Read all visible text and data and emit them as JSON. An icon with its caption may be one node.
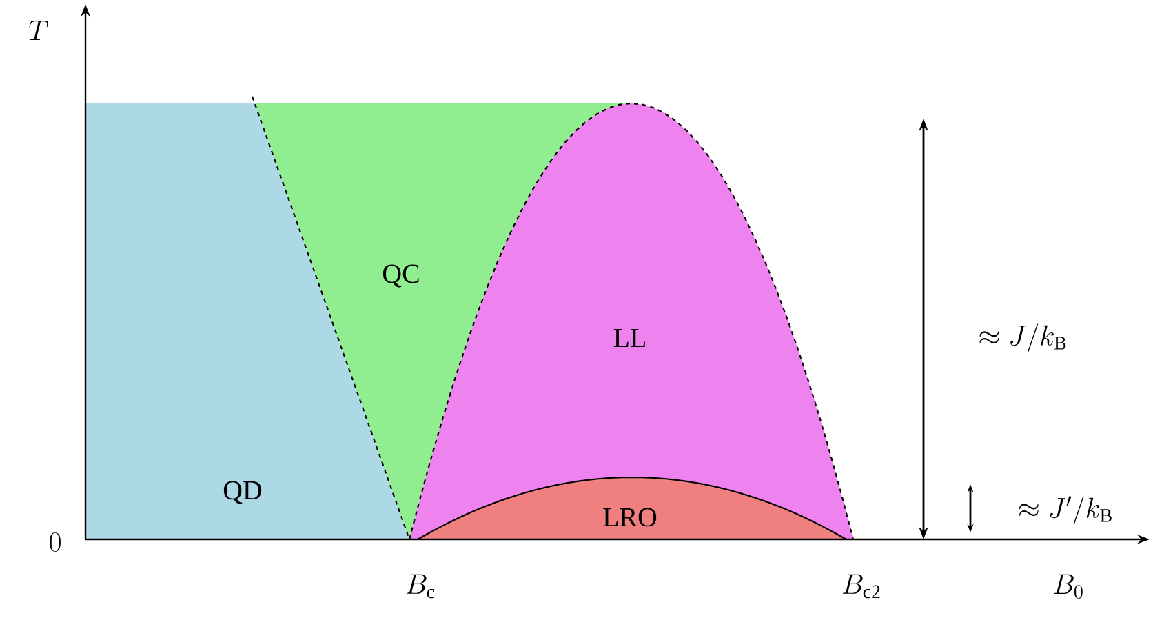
{
  "diagram": {
    "nodes": [
      {
        "text": [
          "QD"
        ]
      },
      {
        "text": [
          "QC"
        ]
      },
      {
        "text": [
          "LL"
        ]
      },
      {
        "text": [
          "LRO"
        ],
        "in": 2
      }
    ],
    "labels": [
      "T",
      "0",
      "B_\\mathrm{c}",
      "B_\\mathrm{c2}",
      "B_0",
      "\\approx J/k_\\mathrm{B}",
      "\\approx J'/k_\\mathrm{B}"
    ]
  }
}
